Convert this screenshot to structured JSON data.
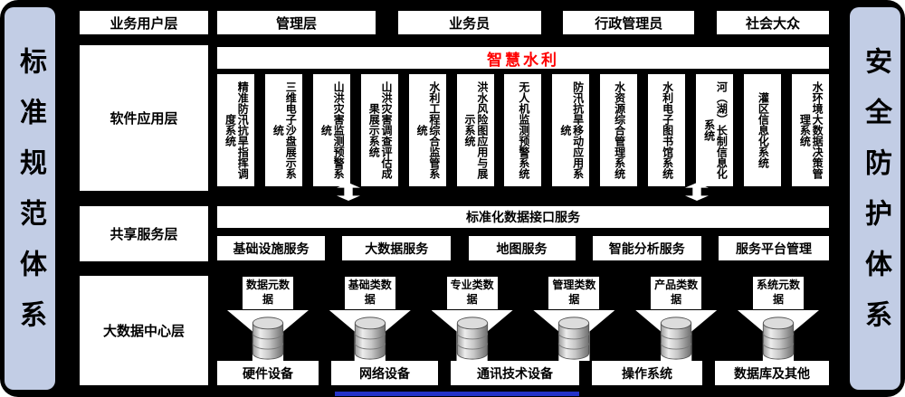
{
  "frame": {
    "left_bar": "标准规范体系",
    "right_bar": "安全防护体系"
  },
  "user_layer": {
    "label": "业务用户层",
    "items": [
      "管理层",
      "业务员",
      "行政管理员",
      "社会大众"
    ]
  },
  "app_layer": {
    "label": "软件应用层",
    "title": "智慧水利",
    "systems": [
      "精准防汛抗旱指挥调度系统",
      "三维电子沙盘展示系统",
      "山洪灾害监测预警系统",
      "山洪灾害调查评估成果展示系统",
      "水利工程综合监管系统",
      "洪水风险图应用与展示系统",
      "无人机监测预警系统",
      "防汛抗旱移动应用系统",
      "水资源综合管理系统",
      "水利电子图书馆系统",
      "河（湖）长制信息化系统",
      "灌区信息化系统",
      "水环境大数据决策管理系统"
    ]
  },
  "service_layer": {
    "label": "共享服务层",
    "interface_bar": "标准化数据接口服务",
    "services": [
      "基础设施服务",
      "大数据服务",
      "地图服务",
      "智能分析服务",
      "服务平台管理"
    ]
  },
  "data_layer": {
    "label": "大数据中心层",
    "data_types": [
      "数据元数据",
      "基础类数据",
      "专业类数据",
      "管理类数据",
      "产品类数据",
      "系统元数据"
    ],
    "infrastructure": [
      "硬件设备",
      "网络设备",
      "通讯技术设备",
      "操作系统",
      "数据库及其他"
    ]
  },
  "colors": {
    "background": "#000000",
    "pillar": "#c2cde5",
    "box": "#ffffff",
    "title_red": "#ff0000",
    "accent_strip": "#2433c9"
  }
}
